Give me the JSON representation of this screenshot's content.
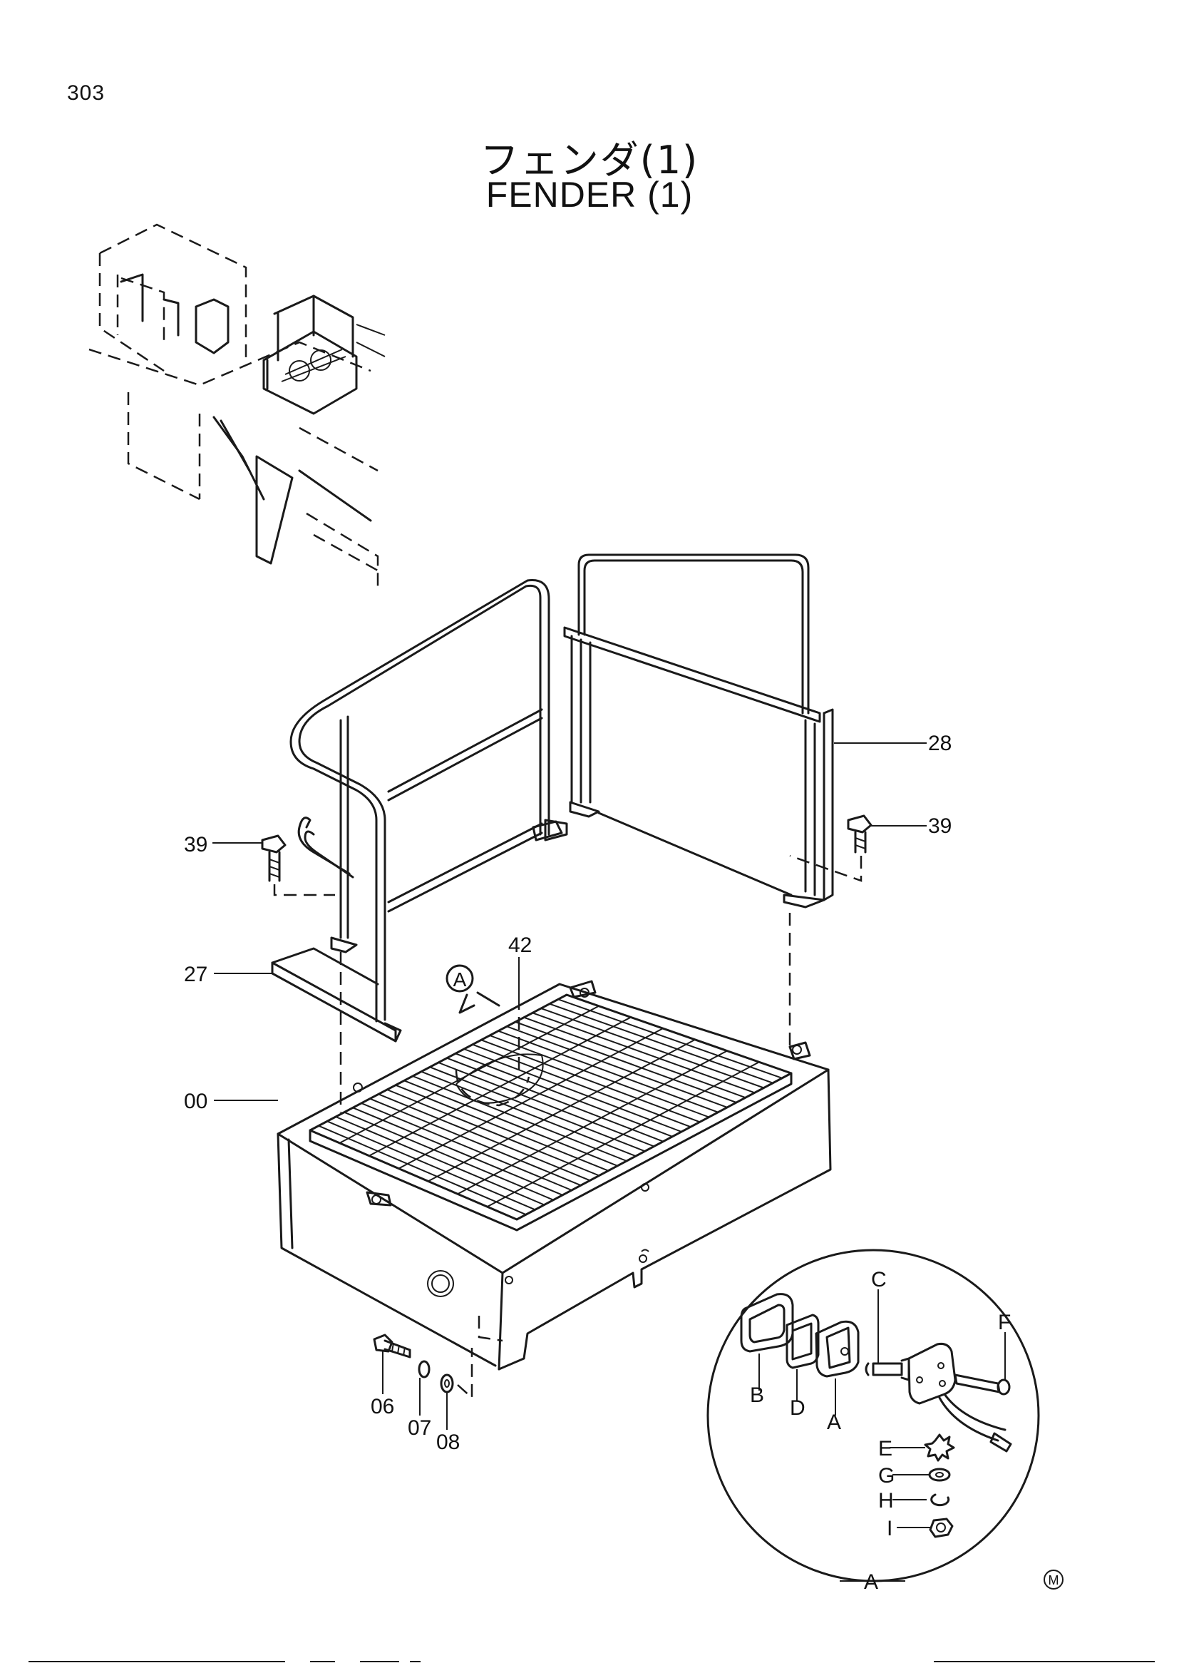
{
  "page": {
    "number": "303",
    "title_ja": "フェンダ(1)",
    "title_en": "FENDER (1)"
  },
  "callouts": {
    "part_28": "28",
    "part_39_left": "39",
    "part_39_right": "39",
    "part_27": "27",
    "part_42": "42",
    "part_00": "00",
    "part_06": "06",
    "part_07": "07",
    "part_08": "08",
    "view_marker": "A"
  },
  "detail_view": {
    "title": "A",
    "labels": {
      "a": "A",
      "b": "B",
      "c": "C",
      "d": "D",
      "e": "E",
      "f": "F",
      "g": "G",
      "h": "H",
      "i": "I"
    }
  },
  "footer_mark": "M"
}
